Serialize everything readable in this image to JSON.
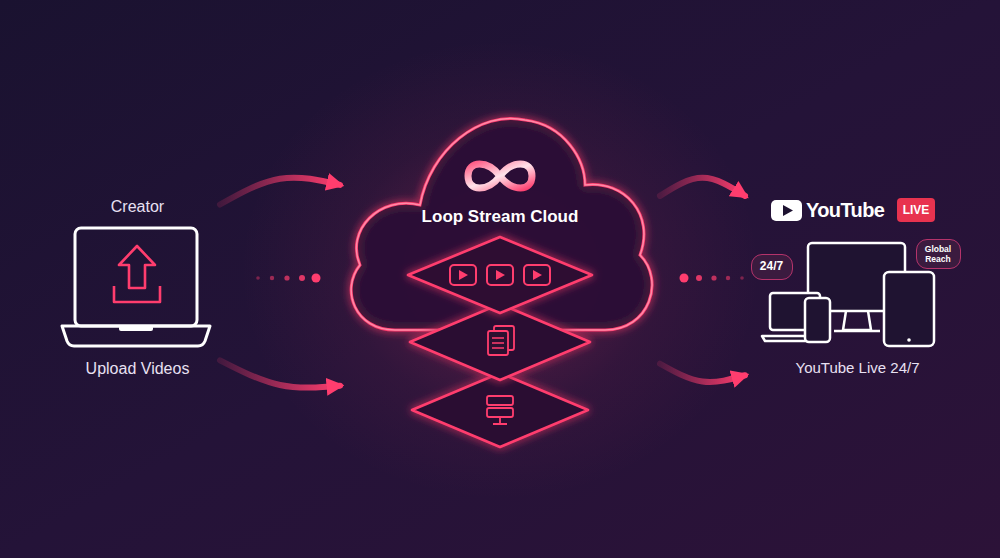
{
  "diagram": {
    "nodes": [
      {
        "text": [
          "Creator",
          "Upload Videos"
        ]
      },
      {
        "text": [
          "Loop Stream Cloud"
        ]
      },
      {
        "text": [
          "YouTube",
          "YouTube Live 24/7"
        ]
      },
      {
        "text": [
          "LIVE"
        ],
        "in": 2
      },
      {
        "text": [
          "24/7"
        ],
        "in": 2
      },
      {
        "text": [
          "Global Reach"
        ],
        "in": 2
      }
    ],
    "edges": [
      {
        "from": 0,
        "to": 1,
        "arrow": "to"
      },
      {
        "from": 0,
        "to": 1,
        "arrow": "to"
      },
      {
        "from": 1,
        "to": 2,
        "arrow": "to"
      },
      {
        "from": 1,
        "to": 2,
        "arrow": "to"
      }
    ]
  }
}
